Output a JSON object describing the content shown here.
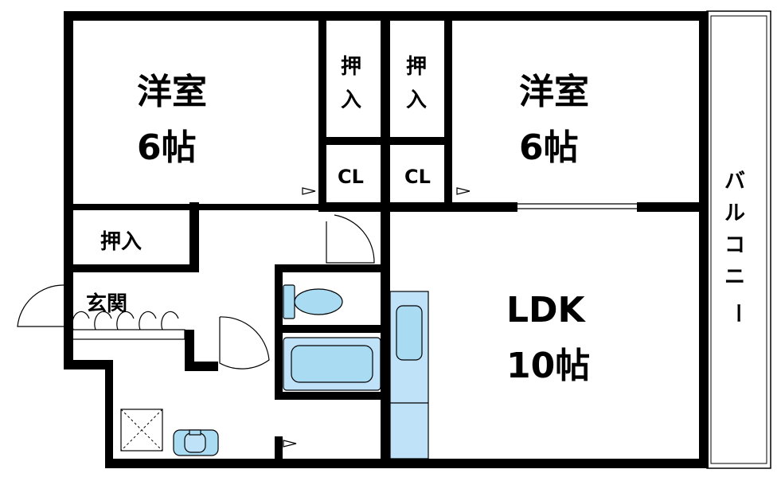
{
  "floorplan": {
    "rooms": {
      "western_room_left": {
        "name": "洋室",
        "size": "6帖"
      },
      "western_room_right": {
        "name": "洋室",
        "size": "6帖"
      },
      "ldk": {
        "name": "LDK",
        "size": "10帖"
      },
      "closet_upper_left": {
        "line1": "押",
        "line2": "入"
      },
      "closet_upper_right": {
        "line1": "押",
        "line2": "入"
      },
      "cl_left": "CL",
      "cl_right": "CL",
      "closet_hall": "押入",
      "entrance": "玄関",
      "balcony": [
        "バ",
        "ル",
        "コ",
        "ニ",
        "ー"
      ]
    },
    "colors": {
      "wall": "#000000",
      "fixture": "#a9dcf3",
      "background": "#ffffff"
    }
  }
}
